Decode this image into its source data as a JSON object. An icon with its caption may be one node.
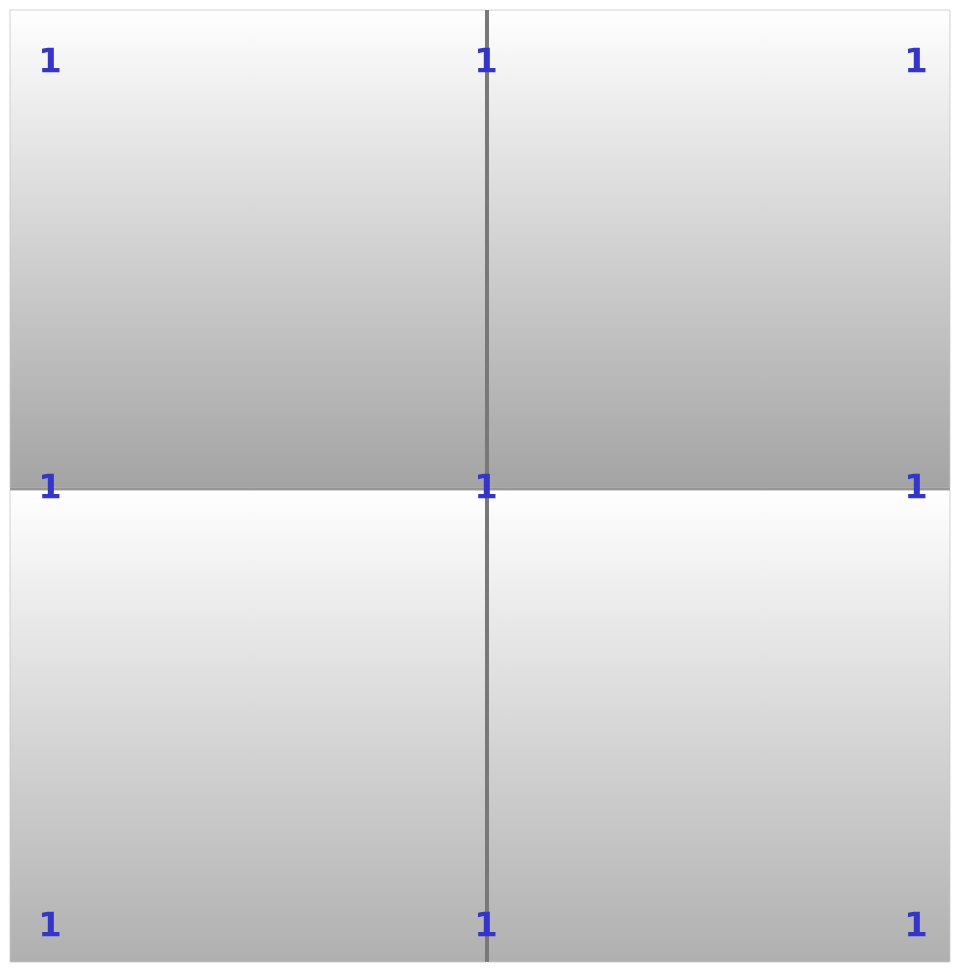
{
  "diagram": {
    "labels": [
      "1",
      "1",
      "1",
      "1",
      "1",
      "1",
      "1",
      "1",
      "1"
    ]
  }
}
